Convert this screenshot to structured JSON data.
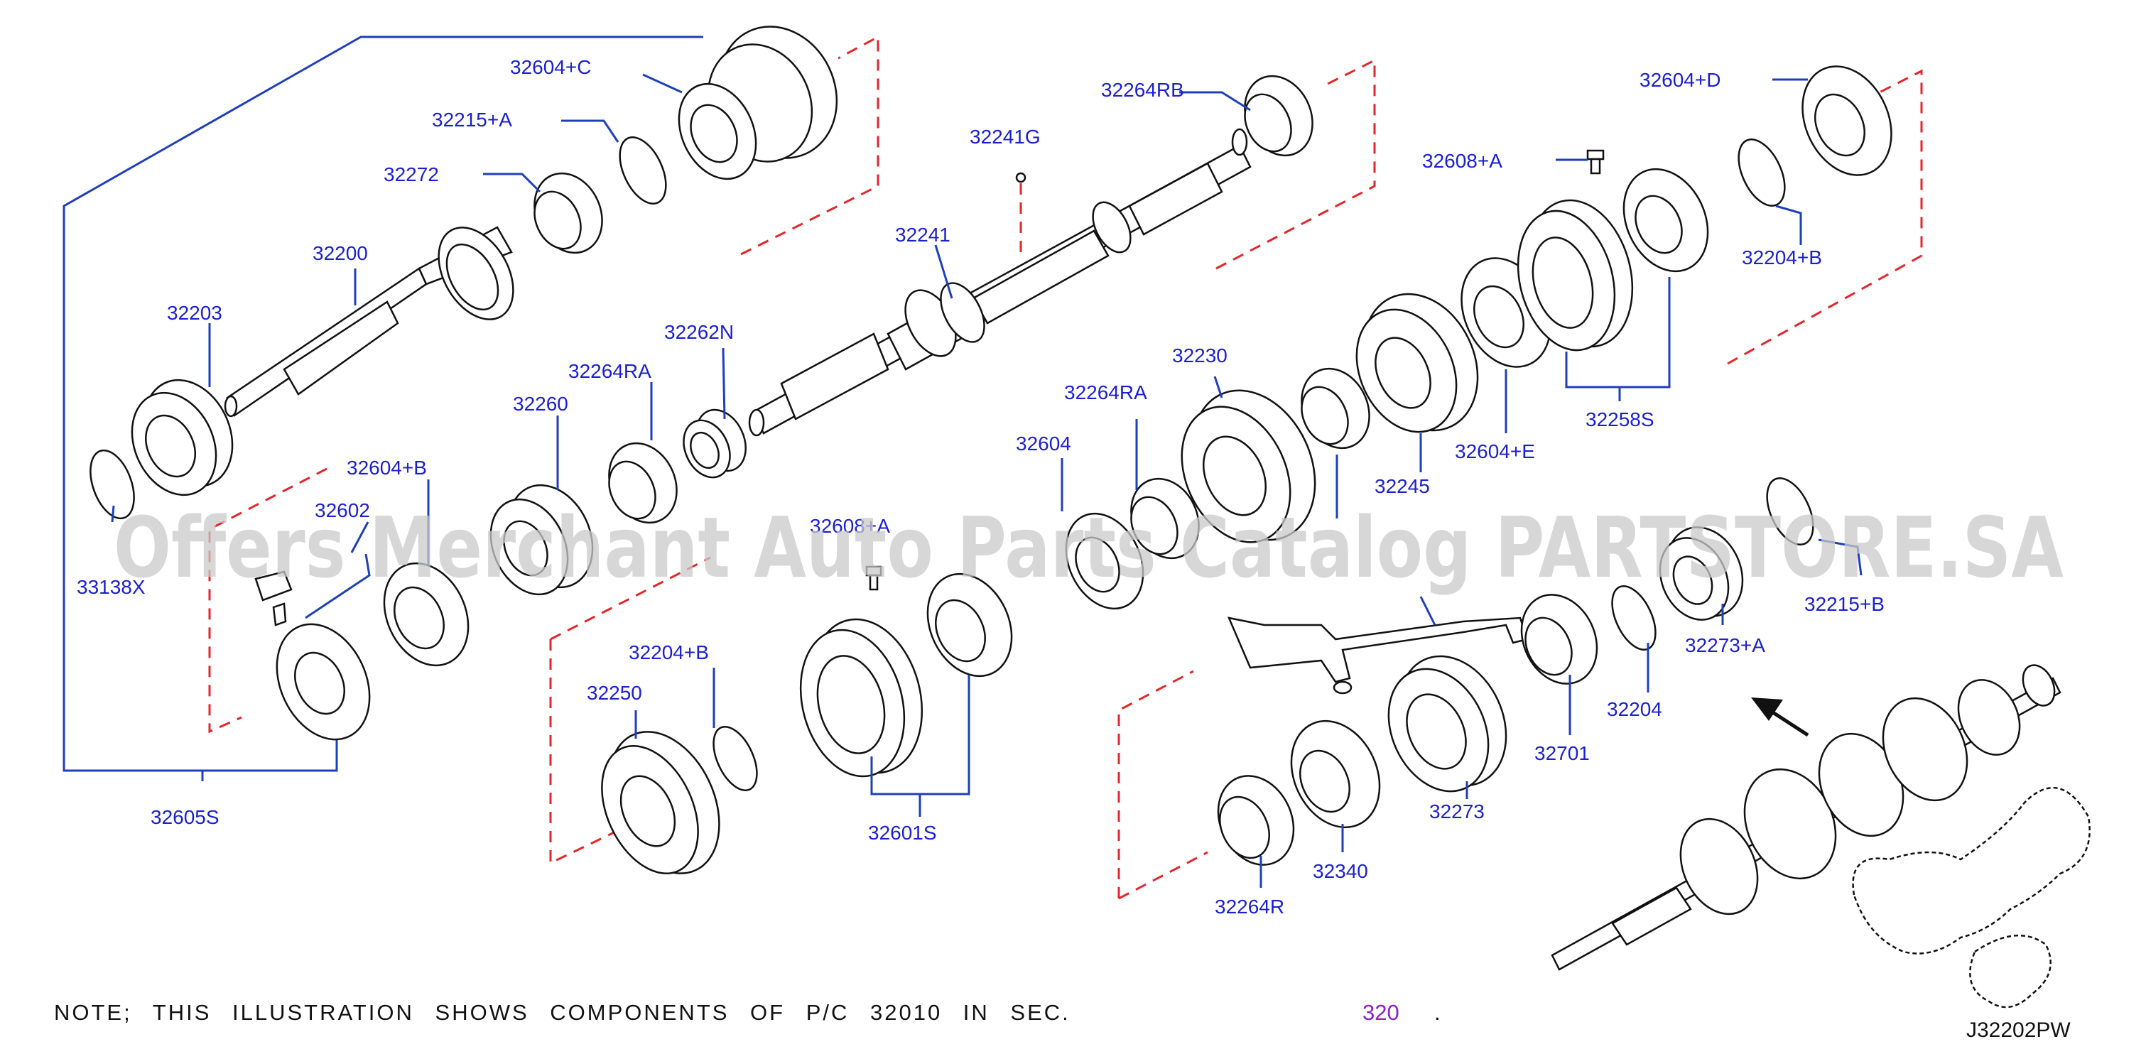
{
  "diagram": {
    "code": "J32202PW",
    "watermark": "Offers Merchant Auto Parts Catalog PARTSTORE.SA",
    "note": "NOTE; THIS ILLUSTRATION SHOWS COMPONENTS OF P/C 32010 IN SEC.",
    "section_link": "320",
    "note_end": ".",
    "labels": {
      "l32604C": "32604+C",
      "l32215A": "32215+A",
      "l32272": "32272",
      "l32200": "32200",
      "l32203": "32203",
      "l33138X": "33138X",
      "l32604B": "32604+B",
      "l32602": "32602",
      "l32605S": "32605S",
      "l32260": "32260",
      "l32264RA_1": "32264RA",
      "l32262N": "32262N",
      "l32241": "32241",
      "l32241G": "32241G",
      "l32264RB": "32264RB",
      "l32204B_1": "32204+B",
      "l32250": "32250",
      "l32601S": "32601S",
      "l32608A_1": "32608+A",
      "l32604": "32604",
      "l32264RA_2": "32264RA",
      "l32230": "32230",
      "l32245": "32245",
      "l32604E": "32604+E",
      "l32258S": "32258S",
      "l32608A_2": "32608+A",
      "l32604D": "32604+D",
      "l32204B_2": "32204+B",
      "l32215B": "32215+B",
      "l32273A": "32273+A",
      "l32204": "32204",
      "l32701": "32701",
      "l32273": "32273",
      "l32340": "32340",
      "l32264R": "32264R"
    }
  }
}
